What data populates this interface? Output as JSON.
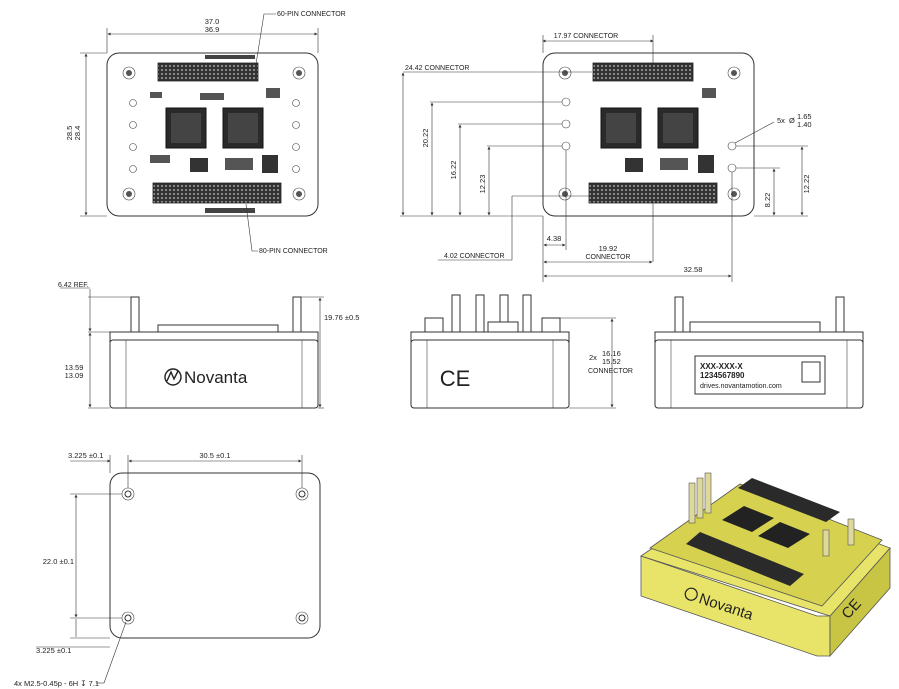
{
  "top_view": {
    "width_upper": "37.0",
    "width_lower": "36.9",
    "height_upper": "28.5",
    "height_lower": "28.4",
    "label_60pin": "60-PIN CONNECTOR",
    "label_80pin": "80-PIN CONNECTOR"
  },
  "dimension_view": {
    "d_17_97": "17.97 CONNECTOR",
    "d_24_42": "24.42 CONNECTOR",
    "d_20_22": "20.22",
    "d_16_22": "16.22",
    "d_12_23": "12.23",
    "d_4_02": "4.02 CONNECTOR",
    "d_4_38": "4.38",
    "d_19_92_a": "19.92",
    "d_19_92_b": "CONNECTOR",
    "d_32_58": "32.58",
    "d_12_22": "12.22",
    "d_8_22": "8.22",
    "hole_count": "5x",
    "hole_symbol": "Ø",
    "hole_upper": "1.65",
    "hole_lower": "1.40"
  },
  "side_view": {
    "ref": "6.42 REF.",
    "total_height": "19.76 ±0.5",
    "body_upper": "13.59",
    "body_lower": "13.09",
    "brand": "Novanta"
  },
  "end_view": {
    "mark": "CE",
    "count": "2x",
    "conn_upper": "16.16",
    "conn_lower": "15.52",
    "conn_label": "CONNECTOR"
  },
  "rear_view": {
    "part_no": "XXX-XXX-X",
    "serial": "1234567890",
    "url": "drives.novantamotion.com"
  },
  "bottom_view": {
    "edge_offset_top": "3.225 ±0.1",
    "hole_span_x": "30.5 ±0.1",
    "hole_span_y": "22.0 ±0.1",
    "edge_offset_bottom": "3.225 ±0.1",
    "thread_note": "4x M2.5-0.45p - 6H ↧ 7.1"
  },
  "iso_view": {
    "brand": "Novanta",
    "mark": "CE",
    "body_color": "#e8e46a",
    "body_shade": "#c9c544"
  }
}
